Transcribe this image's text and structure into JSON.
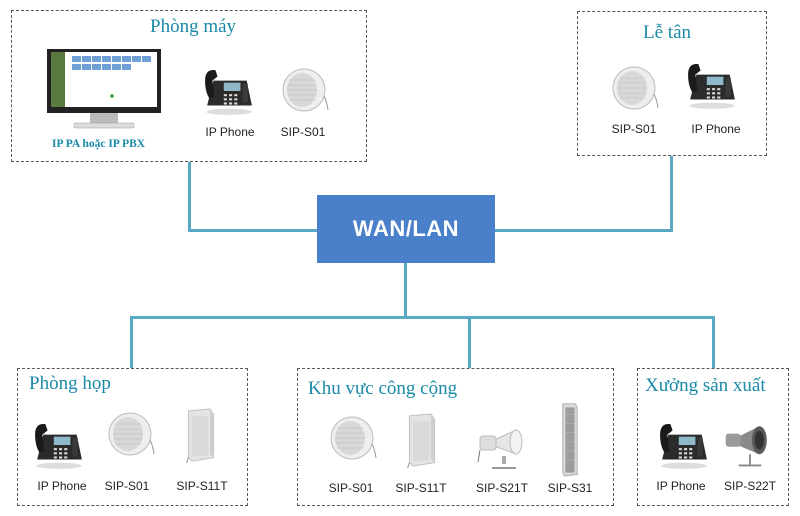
{
  "hub": {
    "label": "WAN/LAN"
  },
  "zones": {
    "server_room": {
      "title": "Phòng máy",
      "pc_label": "IP PA hoặc IP PBX",
      "devices": [
        "IP Phone",
        "SIP-S01"
      ]
    },
    "reception": {
      "title": "Lễ tân",
      "devices": [
        "SIP-S01",
        "IP Phone"
      ]
    },
    "meeting_room": {
      "title": "Phòng họp",
      "devices": [
        "IP Phone",
        "SIP-S01",
        "SIP-S11T"
      ]
    },
    "public_area": {
      "title": "Khu vực công cộng",
      "devices": [
        "SIP-S01",
        "SIP-S11T",
        "SIP-S21T",
        "SIP-S31"
      ]
    },
    "factory": {
      "title": "Xưởng sản xuất",
      "devices": [
        "IP Phone",
        "SIP-S22T"
      ]
    }
  },
  "icons": {
    "phone": "ip-phone-icon",
    "ceiling_speaker": "ceiling-speaker-icon",
    "wall_speaker": "wall-speaker-icon",
    "horn_speaker": "horn-speaker-icon",
    "column_speaker": "column-speaker-icon",
    "pc": "monitor-icon"
  },
  "colors": {
    "hub": "#4a7fc9",
    "lines": "#5aa9c4",
    "titles": "#1a8aa8"
  }
}
